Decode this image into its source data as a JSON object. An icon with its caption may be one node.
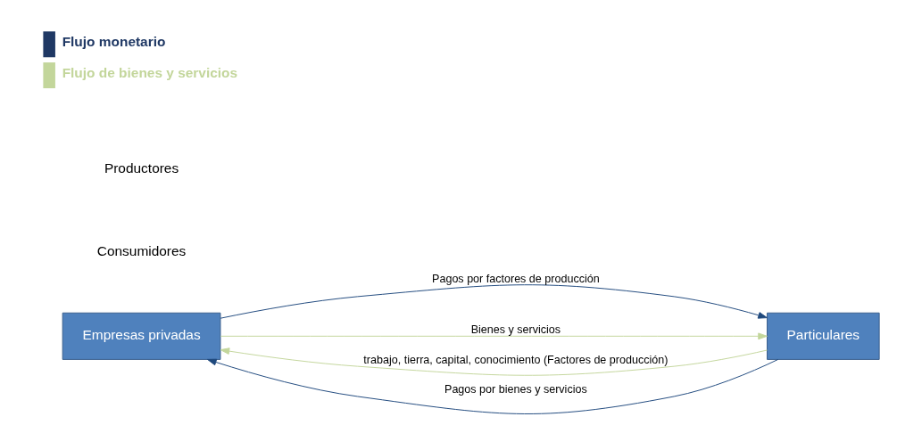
{
  "diagram": {
    "nodes": [
      {
        "text": [
          "Empresas privadas"
        ]
      },
      {
        "text": [
          "Particulares"
        ]
      }
    ],
    "edges": [
      {
        "from": 0,
        "to": 1,
        "arrow": "to",
        "label": "Pagos por factores de producción",
        "color": "#1f497d"
      },
      {
        "from": 1,
        "to": 0,
        "arrow": "to",
        "label": "trabajo, tierra, capital, conocimiento (Factores de producción)",
        "color": "#c3d69b"
      },
      {
        "from": 0,
        "to": 1,
        "arrow": "to",
        "label": "Bienes y servicios",
        "color": "#c3d69b"
      },
      {
        "from": 1,
        "to": 0,
        "arrow": "to",
        "label": "Pagos por bienes y servicios",
        "color": "#1f497d"
      }
    ],
    "labels": [
      "Consumidores",
      "Productores"
    ],
    "legend": [
      {
        "text": "Flujo monetario",
        "color": "#1f3864"
      },
      {
        "text": "Flujo de bienes y servicios",
        "color": "#c3d69b"
      }
    ]
  }
}
